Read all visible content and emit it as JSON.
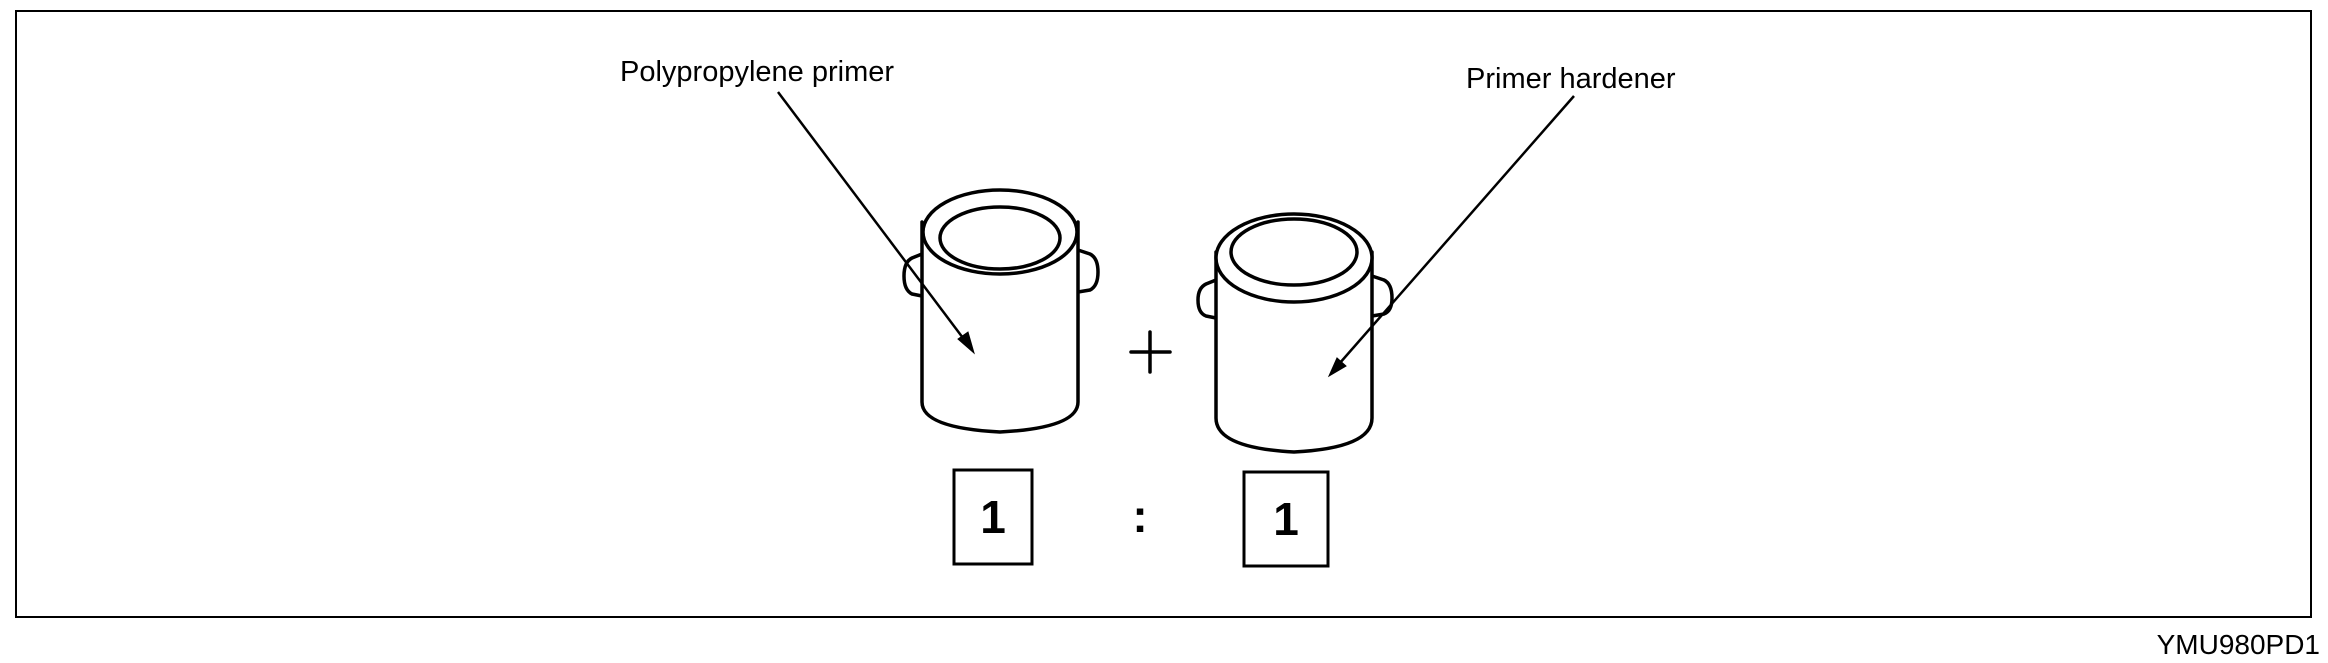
{
  "labels": {
    "left_can": "Polypropylene primer",
    "right_can": "Primer hardener"
  },
  "operator": "+",
  "ratio": {
    "left": "1",
    "separator": ":",
    "right": "1"
  },
  "reference_code": "YMU980PD1",
  "icons": {
    "left_can": "paint-can-icon",
    "right_can": "paint-can-icon",
    "plus": "plus-icon"
  },
  "colors": {
    "line": "#000000",
    "background": "#ffffff"
  }
}
